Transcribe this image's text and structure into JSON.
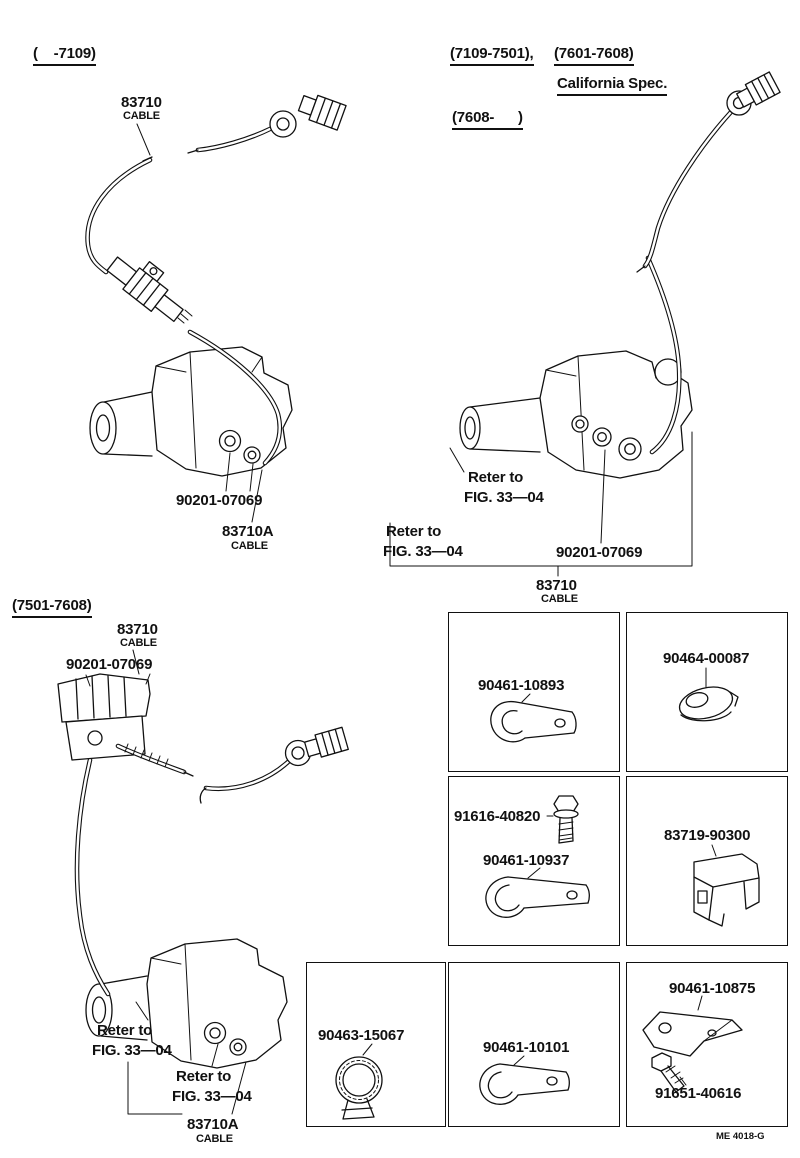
{
  "footer": {
    "code": "ME 4018-G"
  },
  "section_a": {
    "range": "(    -7109)",
    "cable_no": "83710",
    "cable_word": "CABLE",
    "ring_no": "90201-07069",
    "cable2_no": "83710A",
    "cable2_word": "CABLE"
  },
  "section_b": {
    "range1": "(7109-7501),",
    "range2": "(7601-7608)",
    "spec": "California Spec.",
    "range3": "(7608-      )",
    "refer1_l1": "Reter to",
    "refer1_l2": "FIG. 33—04",
    "refer2_l1": "Reter to",
    "refer2_l2": "FIG. 33—04",
    "ring_no": "90201-07069",
    "cable_no": "83710",
    "cable_word": "CABLE"
  },
  "section_c": {
    "range": "(7501-7608)",
    "cable_no": "83710",
    "cable_word": "CABLE",
    "ring_no": "90201-07069",
    "refer1_l1": "Reter to",
    "refer1_l2": "FIG. 33—04",
    "refer2_l1": "Reter to",
    "refer2_l2": "FIG. 33—04",
    "cable2_no": "83710A",
    "cable2_word": "CABLE"
  },
  "parts": {
    "p10893": "90461-10893",
    "p00087": "90464-00087",
    "p40820": "91616-40820",
    "p10937": "90461-10937",
    "p90300": "83719-90300",
    "p15067": "90463-15067",
    "p10101": "90461-10101",
    "p10875": "90461-10875",
    "p40616": "91651-40616"
  }
}
